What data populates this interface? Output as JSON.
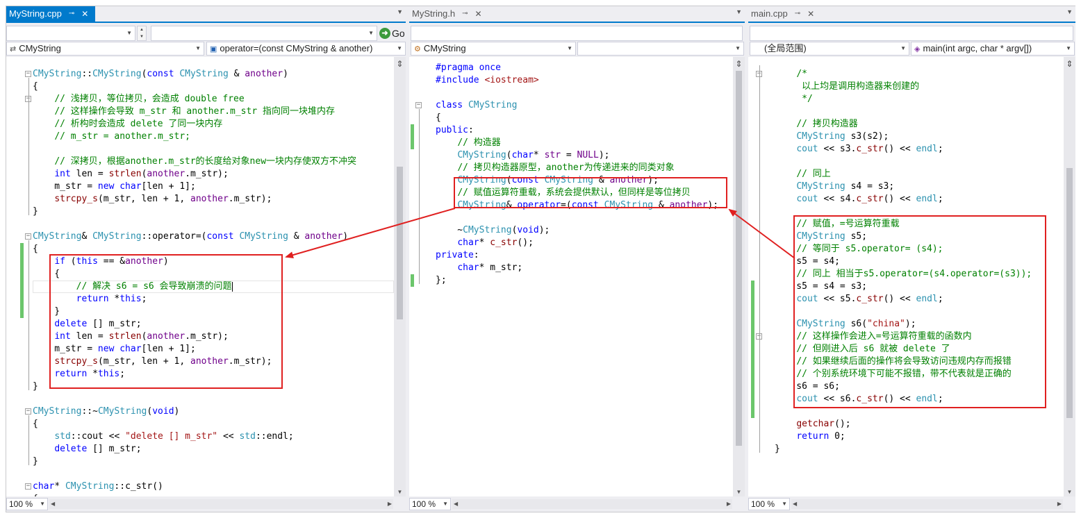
{
  "colors": {
    "accent": "#007acc",
    "highlight": "#e02020",
    "comment": "#008000",
    "keyword": "#0000ff",
    "type": "#2b91af",
    "string": "#a31515",
    "changed": "#6cc66c"
  },
  "left": {
    "tab": {
      "title": "MyString.cpp",
      "pin": "⊸",
      "close": "✕"
    },
    "nav": {
      "class_combo": "CMyString",
      "member_combo": "operator=(const CMyString & another)"
    },
    "go_label": "Go",
    "zoom": "100 %",
    "lines": [
      [
        [
          "t",
          "CMyString"
        ],
        [
          "",
          "::"
        ],
        [
          "t",
          "CMyString"
        ],
        [
          "",
          "("
        ],
        [
          "k",
          "const"
        ],
        [
          "",
          " "
        ],
        [
          "t",
          "CMyString"
        ],
        [
          "",
          " & "
        ],
        [
          "m",
          "another"
        ],
        [
          "",
          ")"
        ]
      ],
      [
        [
          "",
          "{"
        ]
      ],
      [
        [
          "",
          "    "
        ],
        [
          "c",
          "// 浅拷贝，等位拷贝，会造成 double free"
        ]
      ],
      [
        [
          "",
          "    "
        ],
        [
          "c",
          "// 这样操作会导致 m_str 和 another.m_str 指向同一块堆内存"
        ]
      ],
      [
        [
          "",
          "    "
        ],
        [
          "c",
          "// 析构时会造成 delete 了同一块内存"
        ]
      ],
      [
        [
          "",
          "    "
        ],
        [
          "c",
          "// m_str = another.m_str;"
        ]
      ],
      [
        [
          "",
          ""
        ]
      ],
      [
        [
          "",
          "    "
        ],
        [
          "c",
          "// 深拷贝，根据another.m_str的长度给对象new一块内存使双方不冲突"
        ]
      ],
      [
        [
          "",
          "    "
        ],
        [
          "k",
          "int"
        ],
        [
          "",
          " len = "
        ],
        [
          "f",
          "strlen"
        ],
        [
          "",
          "("
        ],
        [
          "m",
          "another"
        ],
        [
          "",
          ".m_str);"
        ]
      ],
      [
        [
          "",
          "    m_str = "
        ],
        [
          "k",
          "new"
        ],
        [
          "",
          " "
        ],
        [
          "k",
          "char"
        ],
        [
          "",
          "[len + 1];"
        ]
      ],
      [
        [
          "",
          "    "
        ],
        [
          "f",
          "strcpy_s"
        ],
        [
          "",
          "(m_str, len + 1, "
        ],
        [
          "m",
          "another"
        ],
        [
          "",
          ".m_str);"
        ]
      ],
      [
        [
          "",
          "}"
        ]
      ],
      [
        [
          "",
          ""
        ]
      ],
      [
        [
          "t",
          "CMyString"
        ],
        [
          "",
          "& "
        ],
        [
          "t",
          "CMyString"
        ],
        [
          "",
          "::operator=("
        ],
        [
          "k",
          "const"
        ],
        [
          "",
          " "
        ],
        [
          "t",
          "CMyString"
        ],
        [
          "",
          " & "
        ],
        [
          "m",
          "another"
        ],
        [
          "",
          ")"
        ]
      ],
      [
        [
          "",
          "{"
        ]
      ],
      [
        [
          "",
          "    "
        ],
        [
          "k",
          "if"
        ],
        [
          "",
          " ("
        ],
        [
          "k",
          "this"
        ],
        [
          "",
          " == &"
        ],
        [
          "m",
          "another"
        ],
        [
          "",
          ")"
        ]
      ],
      [
        [
          "",
          "    {"
        ]
      ],
      [
        [
          "",
          "        "
        ],
        [
          "c",
          "// 解决 s6 = s6 会导致崩溃的问题"
        ]
      ],
      [
        [
          "",
          "        "
        ],
        [
          "k",
          "return"
        ],
        [
          "",
          " *"
        ],
        [
          "k",
          "this"
        ],
        [
          "",
          ";"
        ]
      ],
      [
        [
          "",
          "    }"
        ]
      ],
      [
        [
          "",
          "    "
        ],
        [
          "k",
          "delete"
        ],
        [
          "",
          " [] m_str;"
        ]
      ],
      [
        [
          "",
          "    "
        ],
        [
          "k",
          "int"
        ],
        [
          "",
          " len = "
        ],
        [
          "f",
          "strlen"
        ],
        [
          "",
          "("
        ],
        [
          "m",
          "another"
        ],
        [
          "",
          ".m_str);"
        ]
      ],
      [
        [
          "",
          "    m_str = "
        ],
        [
          "k",
          "new"
        ],
        [
          "",
          " "
        ],
        [
          "k",
          "char"
        ],
        [
          "",
          "[len + 1];"
        ]
      ],
      [
        [
          "",
          "    "
        ],
        [
          "f",
          "strcpy_s"
        ],
        [
          "",
          "(m_str, len + 1, "
        ],
        [
          "m",
          "another"
        ],
        [
          "",
          ".m_str);"
        ]
      ],
      [
        [
          "",
          "    "
        ],
        [
          "k",
          "return"
        ],
        [
          "",
          " *"
        ],
        [
          "k",
          "this"
        ],
        [
          "",
          ";"
        ]
      ],
      [
        [
          "",
          "}"
        ]
      ],
      [
        [
          "",
          ""
        ]
      ],
      [
        [
          "t",
          "CMyString"
        ],
        [
          "",
          "::~"
        ],
        [
          "t",
          "CMyString"
        ],
        [
          "",
          "("
        ],
        [
          "k",
          "void"
        ],
        [
          "",
          ")"
        ]
      ],
      [
        [
          "",
          "{"
        ]
      ],
      [
        [
          "",
          "    "
        ],
        [
          "t",
          "std"
        ],
        [
          "",
          "::"
        ],
        [
          "",
          "cout << "
        ],
        [
          "s",
          "\"delete [] m_str\""
        ],
        [
          "",
          " << "
        ],
        [
          "t",
          "std"
        ],
        [
          "",
          "::"
        ],
        [
          "",
          "endl;"
        ]
      ],
      [
        [
          "",
          "    "
        ],
        [
          "k",
          "delete"
        ],
        [
          "",
          " [] m_str;"
        ]
      ],
      [
        [
          "",
          "}"
        ]
      ],
      [
        [
          "",
          ""
        ]
      ],
      [
        [
          "k",
          "char"
        ],
        [
          "",
          "* "
        ],
        [
          "t",
          "CMyString"
        ],
        [
          "",
          "::"
        ],
        [
          "",
          "c_str()"
        ]
      ],
      [
        [
          "",
          "{"
        ]
      ]
    ]
  },
  "mid": {
    "tab": {
      "title": "MyString.h",
      "pin": "⊸",
      "close": "✕"
    },
    "nav": {
      "class_combo": "CMyString",
      "member_combo": ""
    },
    "zoom": "100 %",
    "lines": [
      [
        [
          "pp",
          "#pragma"
        ],
        [
          "",
          " "
        ],
        [
          "pp",
          "once"
        ]
      ],
      [
        [
          "pp",
          "#include"
        ],
        [
          "",
          " "
        ],
        [
          "s",
          "<iostream>"
        ]
      ],
      [
        [
          "",
          ""
        ]
      ],
      [
        [
          "k",
          "class"
        ],
        [
          "",
          " "
        ],
        [
          "t",
          "CMyString"
        ]
      ],
      [
        [
          "",
          "{"
        ]
      ],
      [
        [
          "k",
          "public"
        ],
        [
          "",
          ":"
        ]
      ],
      [
        [
          "",
          "    "
        ],
        [
          "c",
          "// 构造器"
        ]
      ],
      [
        [
          "",
          "    "
        ],
        [
          "t",
          "CMyString"
        ],
        [
          "",
          "("
        ],
        [
          "k",
          "char"
        ],
        [
          "",
          "* "
        ],
        [
          "m",
          "str"
        ],
        [
          "",
          " = "
        ],
        [
          "m",
          "NULL"
        ],
        [
          "",
          ");"
        ]
      ],
      [
        [
          "",
          "    "
        ],
        [
          "c",
          "// 拷贝构造器原型，another为传递进来的同类对象"
        ]
      ],
      [
        [
          "",
          "    "
        ],
        [
          "t",
          "CMyString"
        ],
        [
          "",
          "("
        ],
        [
          "k",
          "const"
        ],
        [
          "",
          " "
        ],
        [
          "t",
          "CMyString"
        ],
        [
          "",
          " & "
        ],
        [
          "m",
          "another"
        ],
        [
          "",
          ");"
        ]
      ],
      [
        [
          "",
          "    "
        ],
        [
          "c",
          "// 赋值运算符重载，系统会提供默认，但同样是等位拷贝"
        ]
      ],
      [
        [
          "",
          "    "
        ],
        [
          "t",
          "CMyString"
        ],
        [
          "",
          "& "
        ],
        [
          "k",
          "operator"
        ],
        [
          "",
          "=("
        ],
        [
          "k",
          "const"
        ],
        [
          "",
          " "
        ],
        [
          "t",
          "CMyString"
        ],
        [
          "",
          " & "
        ],
        [
          "m",
          "another"
        ],
        [
          "",
          ");"
        ]
      ],
      [
        [
          "",
          ""
        ]
      ],
      [
        [
          "",
          "    ~"
        ],
        [
          "t",
          "CMyString"
        ],
        [
          "",
          "("
        ],
        [
          "k",
          "void"
        ],
        [
          "",
          ");"
        ]
      ],
      [
        [
          "",
          "    "
        ],
        [
          "k",
          "char"
        ],
        [
          "",
          "* "
        ],
        [
          "f",
          "c_str"
        ],
        [
          "",
          "();"
        ]
      ],
      [
        [
          "k",
          "private"
        ],
        [
          "",
          ":"
        ]
      ],
      [
        [
          "",
          "    "
        ],
        [
          "k",
          "char"
        ],
        [
          "",
          "* m_str;"
        ]
      ],
      [
        [
          "",
          "};"
        ]
      ]
    ]
  },
  "right": {
    "tab": {
      "title": "main.cpp",
      "pin": "⊸",
      "close": "✕"
    },
    "nav": {
      "class_combo": "(全局范围)",
      "member_combo": "main(int argc, char * argv[])"
    },
    "zoom": "100 %",
    "lines": [
      [
        [
          "",
          ""
        ]
      ],
      [
        [
          "",
          "    "
        ],
        [
          "c",
          "/*"
        ]
      ],
      [
        [
          "",
          "    "
        ],
        [
          "c",
          " 以上均是调用构造器来创建的"
        ]
      ],
      [
        [
          "",
          "    "
        ],
        [
          "c",
          " */"
        ]
      ],
      [
        [
          "",
          ""
        ]
      ],
      [
        [
          "",
          "    "
        ],
        [
          "c",
          "// 拷贝构造器"
        ]
      ],
      [
        [
          "",
          "    "
        ],
        [
          "t",
          "CMyString"
        ],
        [
          "",
          " s3(s2);"
        ]
      ],
      [
        [
          "",
          "    "
        ],
        [
          "t",
          "cout"
        ],
        [
          "",
          " << s3."
        ],
        [
          "f",
          "c_str"
        ],
        [
          "",
          "() << "
        ],
        [
          "t",
          "endl"
        ],
        [
          "",
          ";"
        ]
      ],
      [
        [
          "",
          ""
        ]
      ],
      [
        [
          "",
          "    "
        ],
        [
          "c",
          "// 同上"
        ]
      ],
      [
        [
          "",
          "    "
        ],
        [
          "t",
          "CMyString"
        ],
        [
          "",
          " s4 = s3;"
        ]
      ],
      [
        [
          "",
          "    "
        ],
        [
          "t",
          "cout"
        ],
        [
          "",
          " << s4."
        ],
        [
          "f",
          "c_str"
        ],
        [
          "",
          "() << "
        ],
        [
          "t",
          "endl"
        ],
        [
          "",
          ";"
        ]
      ],
      [
        [
          "",
          ""
        ]
      ],
      [
        [
          "",
          "    "
        ],
        [
          "c",
          "// 赋值，=号运算符重载"
        ]
      ],
      [
        [
          "",
          "    "
        ],
        [
          "t",
          "CMyString"
        ],
        [
          "",
          " s5;"
        ]
      ],
      [
        [
          "",
          "    "
        ],
        [
          "c",
          "// 等同于 s5.operator= (s4);"
        ]
      ],
      [
        [
          "",
          "    s5 = s4;"
        ]
      ],
      [
        [
          "",
          "    "
        ],
        [
          "c",
          "// 同上 相当于s5.operator=(s4.operator=(s3));"
        ]
      ],
      [
        [
          "",
          "    s5 = s4 = s3;"
        ]
      ],
      [
        [
          "",
          "    "
        ],
        [
          "t",
          "cout"
        ],
        [
          "",
          " << s5."
        ],
        [
          "f",
          "c_str"
        ],
        [
          "",
          "() << "
        ],
        [
          "t",
          "endl"
        ],
        [
          "",
          ";"
        ]
      ],
      [
        [
          "",
          ""
        ]
      ],
      [
        [
          "",
          "    "
        ],
        [
          "t",
          "CMyString"
        ],
        [
          "",
          " s6("
        ],
        [
          "s",
          "\"china\""
        ],
        [
          "",
          ");"
        ]
      ],
      [
        [
          "",
          "    "
        ],
        [
          "c",
          "// 这样操作会进入=号运算符重载的函数内"
        ]
      ],
      [
        [
          "",
          "    "
        ],
        [
          "c",
          "// 但刚进入后 s6 就被 delete 了"
        ]
      ],
      [
        [
          "",
          "    "
        ],
        [
          "c",
          "// 如果继续后面的操作将会导致访问违规内存而报错"
        ]
      ],
      [
        [
          "",
          "    "
        ],
        [
          "c",
          "// 个别系统环境下可能不报错，带不代表就是正确的"
        ]
      ],
      [
        [
          "",
          "    s6 = s6;"
        ]
      ],
      [
        [
          "",
          "    "
        ],
        [
          "t",
          "cout"
        ],
        [
          "",
          " << s6."
        ],
        [
          "f",
          "c_str"
        ],
        [
          "",
          "() << "
        ],
        [
          "t",
          "endl"
        ],
        [
          "",
          ";"
        ]
      ],
      [
        [
          "",
          ""
        ]
      ],
      [
        [
          "",
          "    "
        ],
        [
          "f",
          "getchar"
        ],
        [
          "",
          "();"
        ]
      ],
      [
        [
          "",
          "    "
        ],
        [
          "k",
          "return"
        ],
        [
          "",
          " 0;"
        ]
      ],
      [
        [
          "",
          "}"
        ]
      ]
    ]
  }
}
